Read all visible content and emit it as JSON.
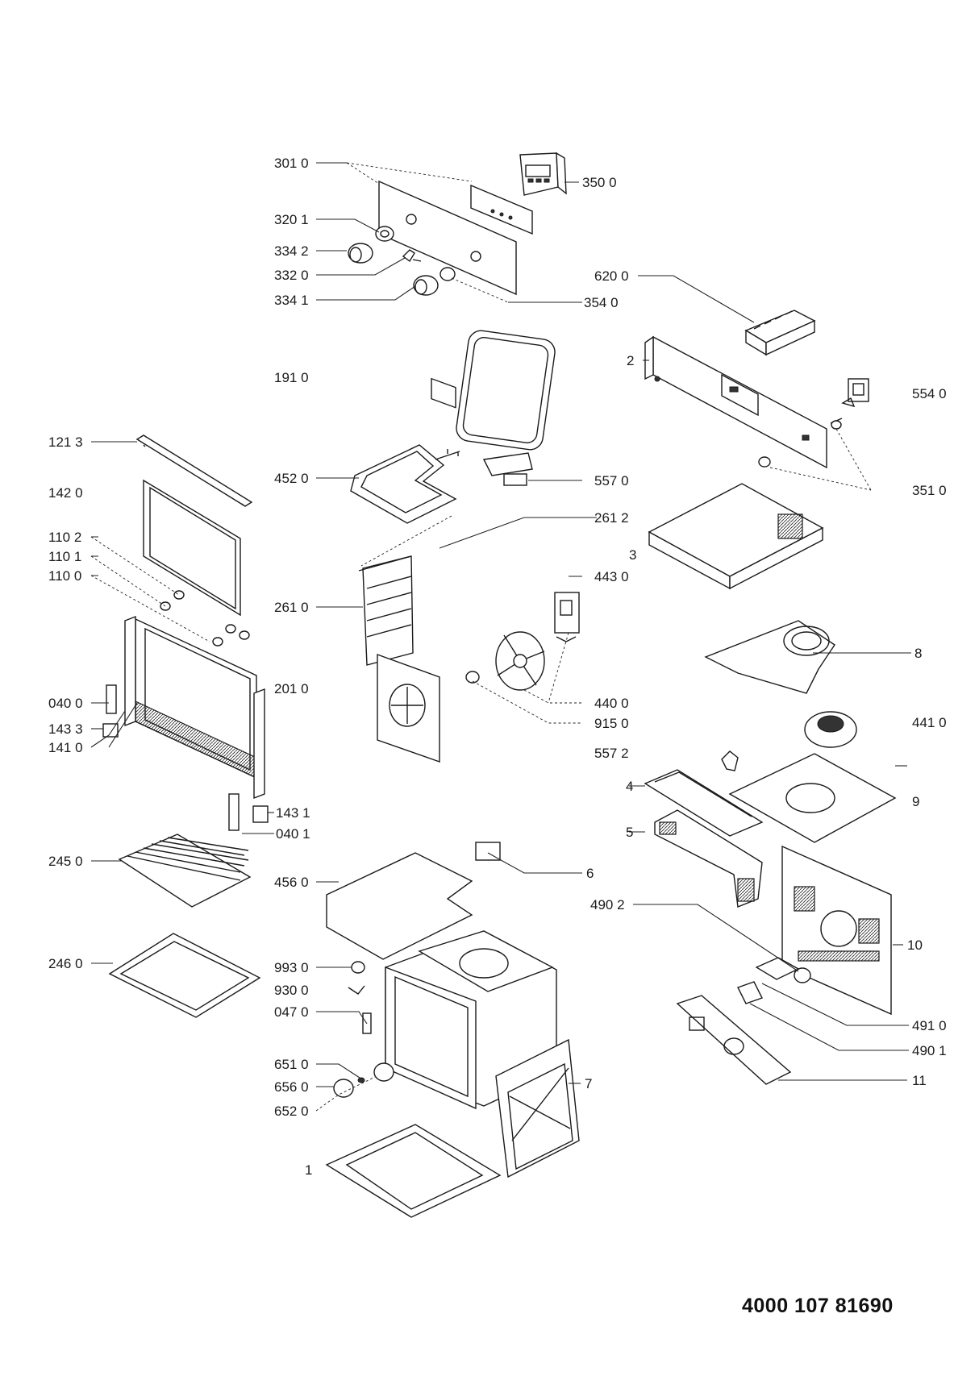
{
  "document_number": "4000 107 81690",
  "callouts": [
    {
      "id": "c-301-0",
      "text": "301 0"
    },
    {
      "id": "c-350-0",
      "text": "350 0"
    },
    {
      "id": "c-320-1",
      "text": "320 1"
    },
    {
      "id": "c-334-2",
      "text": "334 2"
    },
    {
      "id": "c-332-0",
      "text": "332 0"
    },
    {
      "id": "c-334-1",
      "text": "334 1"
    },
    {
      "id": "c-354-0",
      "text": "354 0"
    },
    {
      "id": "c-620-0",
      "text": "620 0"
    },
    {
      "id": "c-2",
      "text": "2"
    },
    {
      "id": "c-191-0",
      "text": "191 0"
    },
    {
      "id": "c-554-0",
      "text": "554 0"
    },
    {
      "id": "c-121-3",
      "text": "121 3"
    },
    {
      "id": "c-452-0",
      "text": "452 0"
    },
    {
      "id": "c-557-0",
      "text": "557 0"
    },
    {
      "id": "c-351-0",
      "text": "351 0"
    },
    {
      "id": "c-142-0",
      "text": "142 0"
    },
    {
      "id": "c-261-2",
      "text": "261 2"
    },
    {
      "id": "c-3",
      "text": "3"
    },
    {
      "id": "c-110-2",
      "text": "110 2"
    },
    {
      "id": "c-110-1",
      "text": "110 1"
    },
    {
      "id": "c-443-0",
      "text": "443 0"
    },
    {
      "id": "c-110-0",
      "text": "110 0"
    },
    {
      "id": "c-261-0",
      "text": "261 0"
    },
    {
      "id": "c-8",
      "text": "8"
    },
    {
      "id": "c-201-0",
      "text": "201 0"
    },
    {
      "id": "c-040-0",
      "text": "040 0"
    },
    {
      "id": "c-440-0",
      "text": "440 0"
    },
    {
      "id": "c-441-0",
      "text": "441 0"
    },
    {
      "id": "c-143-3",
      "text": "143 3"
    },
    {
      "id": "c-915-0",
      "text": "915 0"
    },
    {
      "id": "c-141-0",
      "text": "141 0"
    },
    {
      "id": "c-557-2",
      "text": "557 2"
    },
    {
      "id": "c-4",
      "text": "4"
    },
    {
      "id": "c-9",
      "text": "9"
    },
    {
      "id": "c-143-1",
      "text": "143 1"
    },
    {
      "id": "c-5",
      "text": "5"
    },
    {
      "id": "c-040-1",
      "text": "040 1"
    },
    {
      "id": "c-245-0",
      "text": "245 0"
    },
    {
      "id": "c-6",
      "text": "6"
    },
    {
      "id": "c-456-0",
      "text": "456 0"
    },
    {
      "id": "c-490-2",
      "text": "490 2"
    },
    {
      "id": "c-10",
      "text": "10"
    },
    {
      "id": "c-246-0",
      "text": "246 0"
    },
    {
      "id": "c-993-0",
      "text": "993 0"
    },
    {
      "id": "c-930-0",
      "text": "930 0"
    },
    {
      "id": "c-047-0",
      "text": "047 0"
    },
    {
      "id": "c-491-0",
      "text": "491 0"
    },
    {
      "id": "c-490-1",
      "text": "490 1"
    },
    {
      "id": "c-651-0",
      "text": "651 0"
    },
    {
      "id": "c-7",
      "text": "7"
    },
    {
      "id": "c-11",
      "text": "11"
    },
    {
      "id": "c-656-0",
      "text": "656 0"
    },
    {
      "id": "c-652-0",
      "text": "652 0"
    },
    {
      "id": "c-1",
      "text": "1"
    }
  ]
}
